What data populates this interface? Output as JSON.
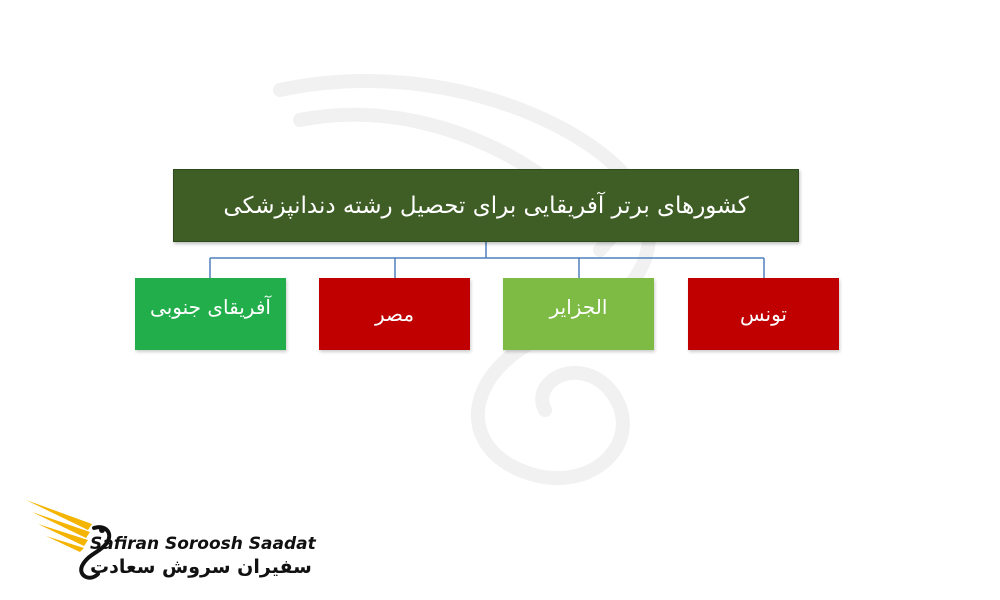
{
  "diagram": {
    "title": "کشورهای برتر آفریقایی برای تحصیل رشته دندانپزشکی",
    "children": [
      {
        "label": "تونس",
        "color": "#c00000"
      },
      {
        "label": "الجزایر",
        "color": "#7dbb45"
      },
      {
        "label": "مصر",
        "color": "#c00000"
      },
      {
        "label": "آفریقای جنوبی",
        "color": "#22ae4b"
      }
    ],
    "connector_color": "#4f81bd",
    "title_color": "#3e5e25"
  },
  "logo": {
    "name_en": "Safiran Soroosh Saadat",
    "name_fa": "سفیران سروش سعادت",
    "accent_color": "#f5b400",
    "icon": "golden-wing-bird-icon"
  }
}
